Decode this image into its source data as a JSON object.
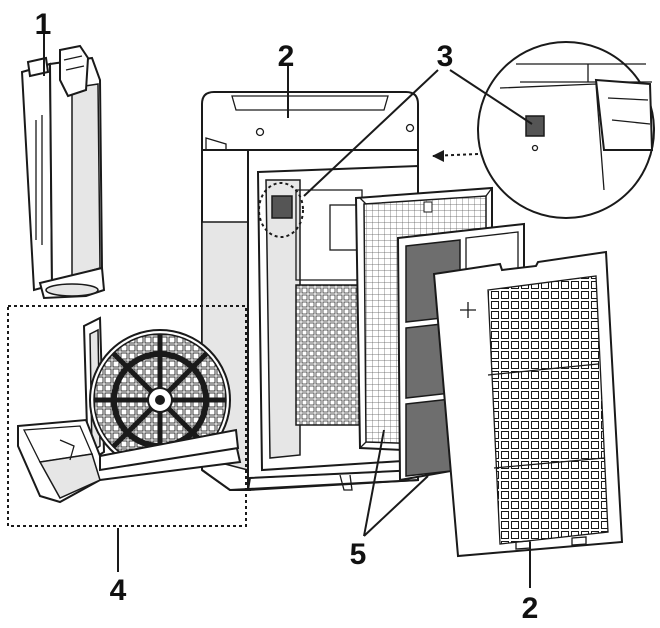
{
  "callouts": [
    {
      "id": "c1",
      "text": "1"
    },
    {
      "id": "c2a",
      "text": "2"
    },
    {
      "id": "c3",
      "text": "3"
    },
    {
      "id": "c4",
      "text": "4"
    },
    {
      "id": "c5",
      "text": "5"
    },
    {
      "id": "c2b",
      "text": "2"
    }
  ],
  "colors": {
    "line": "#1a1a1a",
    "panel_shade": "#e6e6e6",
    "filter_dark": "#6e6e6e"
  }
}
